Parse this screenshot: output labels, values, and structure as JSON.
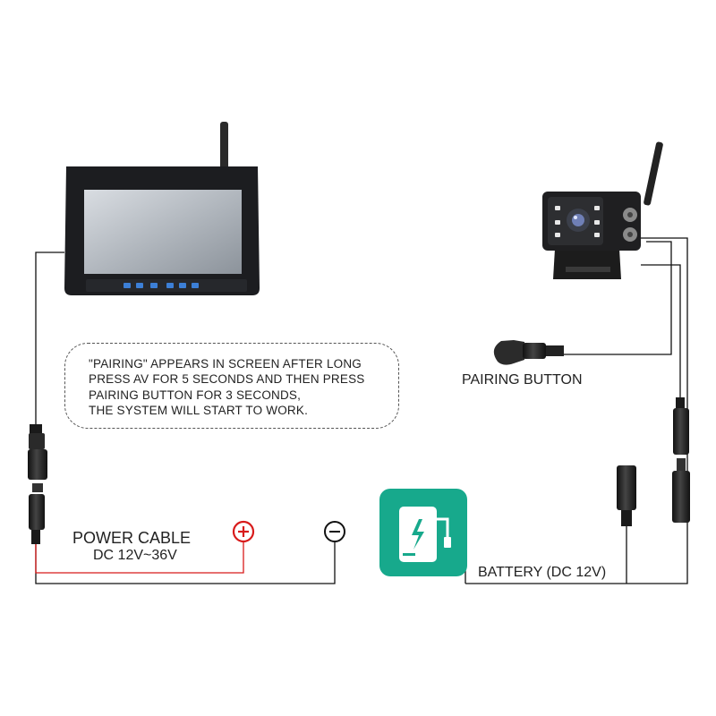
{
  "note": {
    "lines": [
      "\"PAIRING\" APPEARS IN SCREEN AFTER LONG",
      "PRESS AV FOR 5 SECONDS AND THEN PRESS",
      "PAIRING BUTTON FOR 3 SECONDS,",
      "THE SYSTEM WILL START TO WORK."
    ]
  },
  "labels": {
    "pairing_button": "PAIRING BUTTON",
    "power_cable": "POWER CABLE",
    "voltage": "DC  12V~36V",
    "battery": "BATTERY (DC 12V)"
  },
  "colors": {
    "wire": "#111111",
    "positive_wire": "#d81b1b",
    "battery_tile": "#17a98c"
  },
  "icons": [
    "monitor-icon",
    "camera-icon",
    "battery-icon",
    "plus-icon",
    "minus-icon"
  ]
}
